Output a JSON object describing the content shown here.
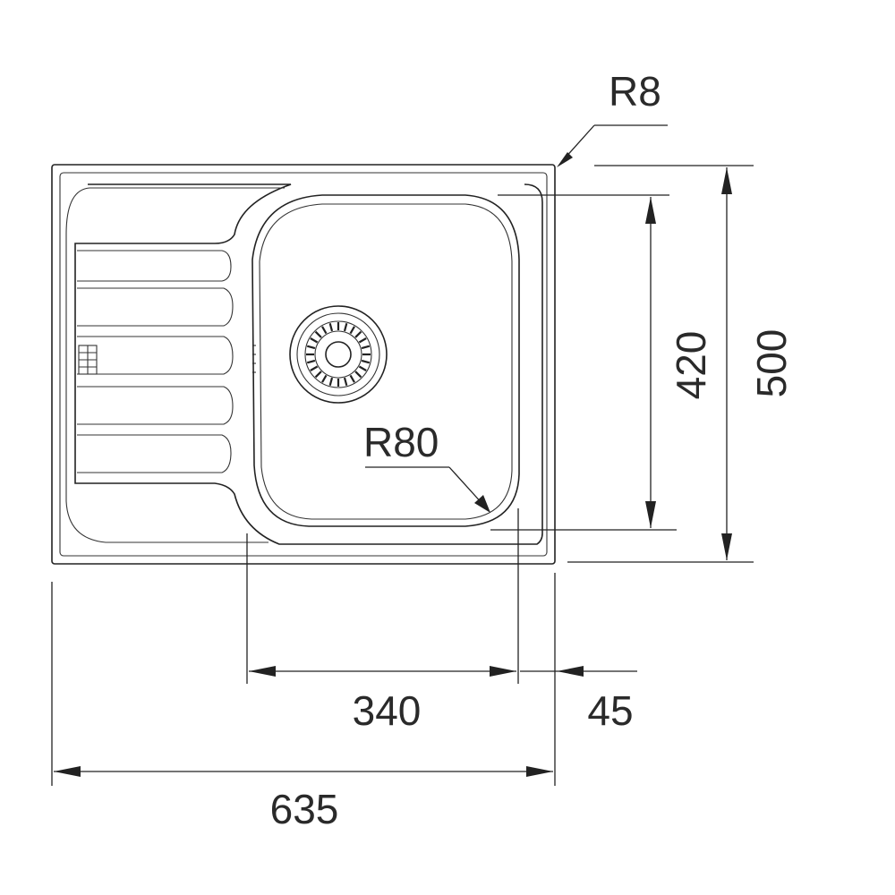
{
  "drawing": {
    "colors": {
      "line": "#222222",
      "background": "#ffffff"
    },
    "icons": {
      "drain": "strainer-drain-icon",
      "overflow": "overflow-grille-icon"
    },
    "dimensions": {
      "corner_radius_outer": "R8",
      "corner_radius_bowl": "R80",
      "bowl_length": "420",
      "overall_length": "500",
      "bowl_width": "340",
      "rim_offset": "45",
      "overall_width": "635"
    }
  }
}
